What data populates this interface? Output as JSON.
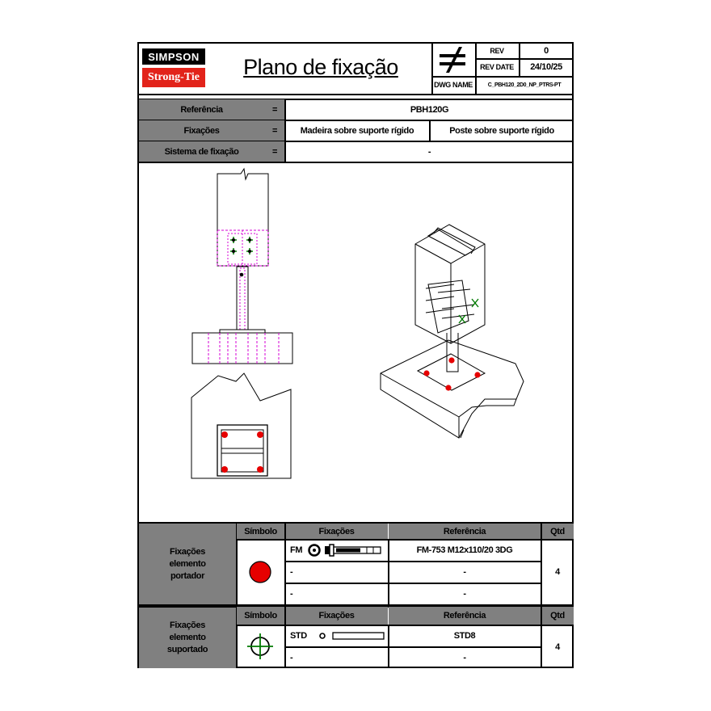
{
  "logo": {
    "top": "SIMPSON",
    "bottom": "Strong-Tie"
  },
  "header": {
    "title": "Plano de fixação",
    "rev_label": "REV",
    "rev_value": "0",
    "rev_date_label": "REV DATE",
    "rev_date_value": "24/10/25",
    "dwg_name_label": "DWG NAME",
    "dwg_name_value": "C_PBH120_2D0_NP_PTRS-PT"
  },
  "info": {
    "rows": [
      {
        "label": "Referência",
        "eq": "=",
        "value": "PBH120G"
      },
      {
        "label": "Fixações",
        "eq": "=",
        "value_left": "Madeira sobre suporte rígido",
        "value_right": "Poste sobre suporte rígido"
      },
      {
        "label": "Sistema de fixação",
        "eq": "=",
        "value": "-"
      }
    ]
  },
  "fixings_carrier": {
    "group_label": "Fixações elemento portador",
    "headers": {
      "symbol": "Símbolo",
      "fixings": "Fixações",
      "reference": "Referência",
      "qty": "Qtd"
    },
    "rows": [
      {
        "code": "FM",
        "reference": "FM-753 M12x110/20 3DG"
      },
      {
        "code": "-",
        "reference": "-"
      },
      {
        "code": "-",
        "reference": "-"
      }
    ],
    "qty": "4",
    "symbol_color": "#e60000"
  },
  "fixings_supported": {
    "group_label": "Fixações elemento suportado",
    "headers": {
      "symbol": "Símbolo",
      "fixings": "Fixações",
      "reference": "Referência",
      "qty": "Qtd"
    },
    "rows": [
      {
        "code": "STD",
        "reference": "STD8"
      },
      {
        "code": "-",
        "reference": "-"
      }
    ],
    "qty": "4",
    "symbol_color": "#007a00"
  },
  "colors": {
    "brand_red": "#e2231a",
    "header_grey": "#808080",
    "dim_magenta": "#d400d4"
  }
}
